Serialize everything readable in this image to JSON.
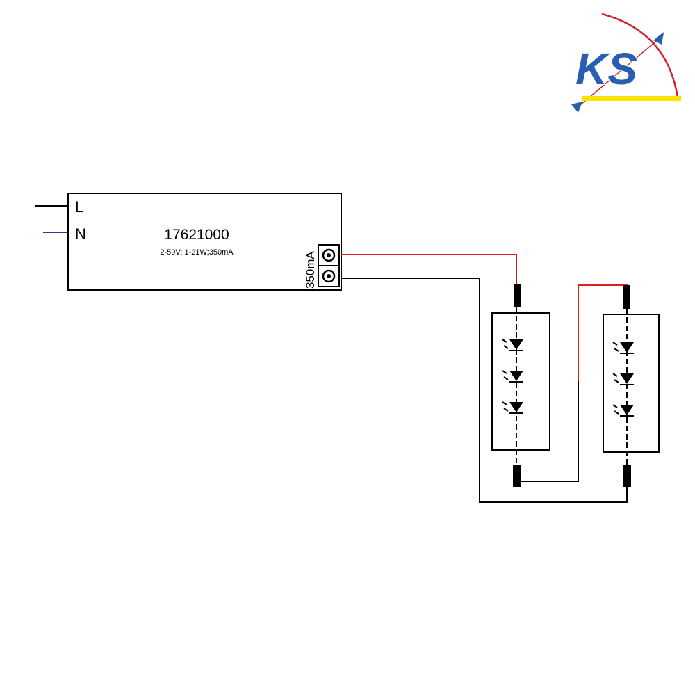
{
  "logo": {
    "text": "KS",
    "colors": {
      "letters": "#2a5fb0",
      "arc": "#d2232a",
      "bar": "#f6e400",
      "arrows": "#2a5fb0"
    }
  },
  "driver": {
    "terminal_L": "L",
    "terminal_N": "N",
    "model": "17621000",
    "spec": "2-59V; 1-21W;350mA",
    "output_label": "350mA"
  },
  "wire_colors": {
    "live": "#000000",
    "neutral": "#2b3a9a",
    "positive": "#e0201a",
    "negative": "#000000"
  },
  "modules": [
    {
      "diodes": 3
    },
    {
      "diodes": 3
    }
  ]
}
